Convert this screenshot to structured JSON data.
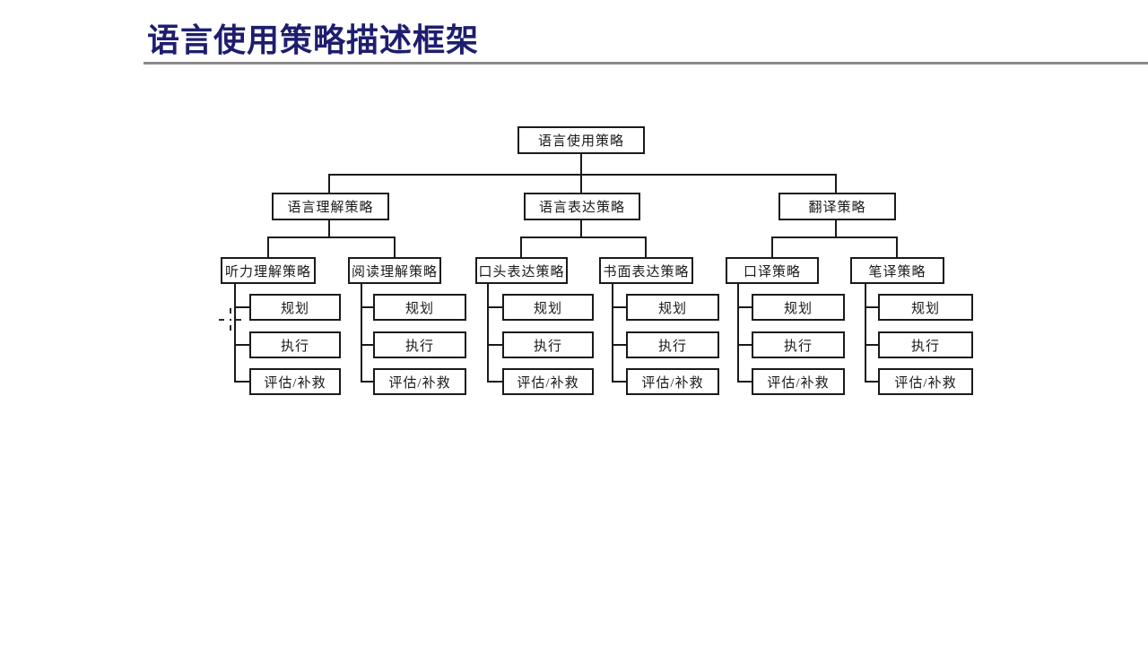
{
  "slide": {
    "title": "语言使用策略描述框架"
  },
  "diagram": {
    "root": "语言使用策略",
    "level2": [
      "语言理解策略",
      "语言表达策略",
      "翻译策略"
    ],
    "level3": [
      "听力理解策略",
      "阅读理解策略",
      "口头表达策略",
      "书面表达策略",
      "口译策略",
      "笔译策略"
    ],
    "leaves": [
      "规划",
      "执行",
      "评估/补救"
    ]
  },
  "colors": {
    "title": "#1e1e6e",
    "rule": "#8a8a8a",
    "box_border": "#1a1a1a",
    "box_background": "#ffffff",
    "line": "#1a1a1a"
  },
  "cursor": {
    "icon": "crosshair-cursor"
  }
}
